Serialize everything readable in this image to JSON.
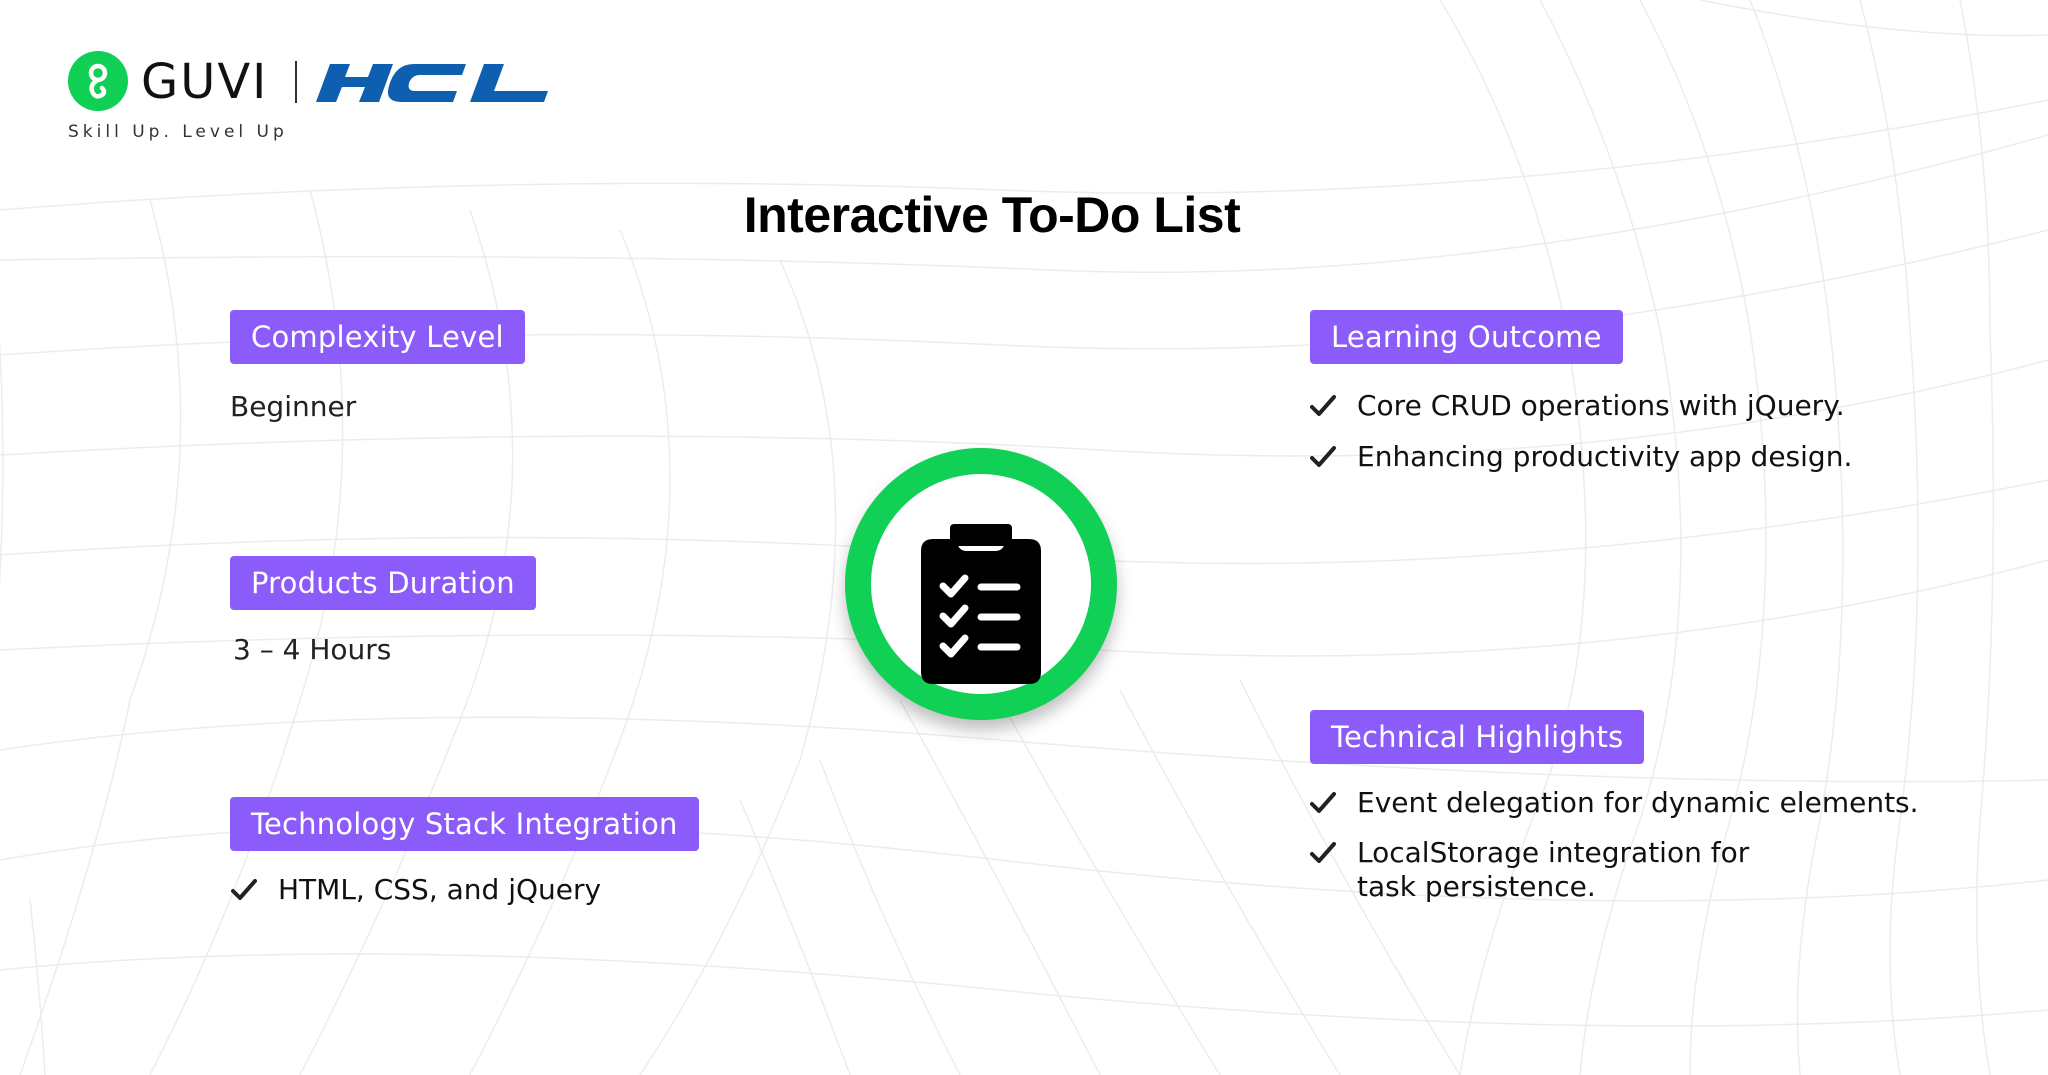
{
  "colors": {
    "badge_bg": "#8b5cf9",
    "badge_text": "#ffffff",
    "accent_green": "#10d055",
    "hcl_blue": "#0f5fb0",
    "guvi_green": "#10cf55",
    "background": "#ffffff",
    "grid_line": "#ececec"
  },
  "header": {
    "brand_primary": "GUVI",
    "brand_secondary": "HCL",
    "tagline": "Skill Up. Level Up"
  },
  "title": "Interactive To-Do List",
  "center_icon": "clipboard-checklist-icon",
  "left_sections": [
    {
      "label": "Complexity Level",
      "value": "Beginner"
    },
    {
      "label": "Products Duration",
      "value": "3 – 4 Hours"
    },
    {
      "label": "Technology Stack Integration",
      "items": [
        "HTML, CSS, and jQuery"
      ]
    }
  ],
  "right_sections": [
    {
      "label": "Learning Outcome",
      "items": [
        "Core CRUD operations with jQuery.",
        "Enhancing productivity app design."
      ]
    },
    {
      "label": "Technical Highlights",
      "items": [
        "Event delegation for dynamic elements.",
        "LocalStorage integration for\ntask persistence."
      ]
    }
  ]
}
